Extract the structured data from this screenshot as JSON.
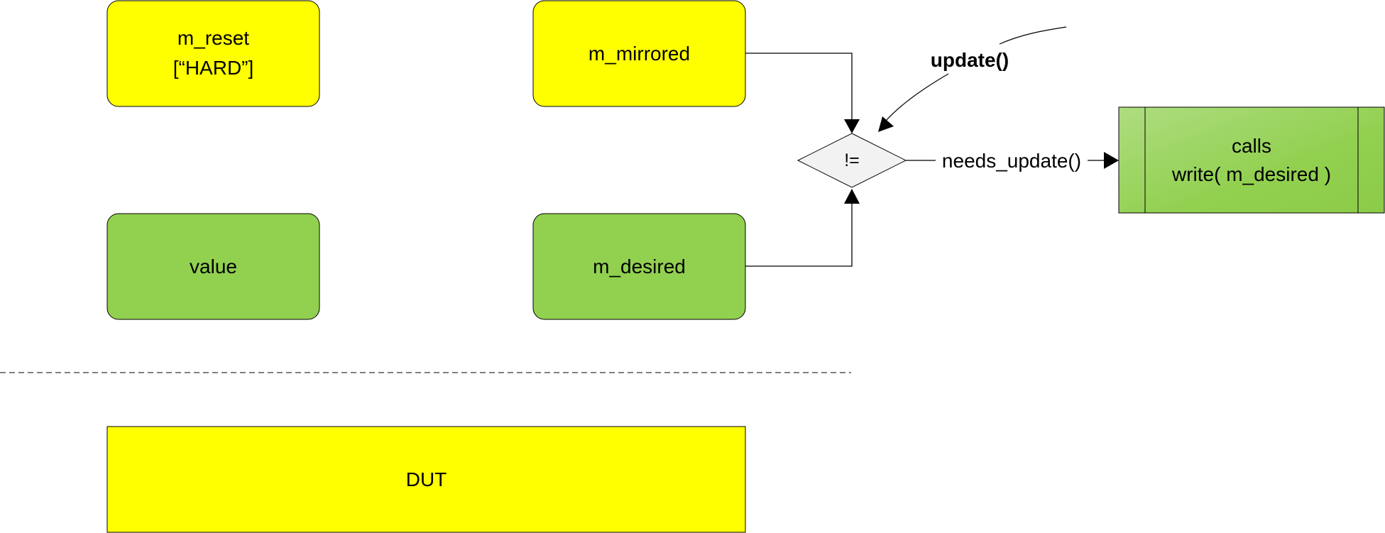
{
  "nodes": {
    "m_reset": {
      "line1": "m_reset",
      "line2": "[“HARD”]"
    },
    "m_mirrored": {
      "label": "m_mirrored"
    },
    "value": {
      "label": "value"
    },
    "m_desired": {
      "label": "m_desired"
    },
    "compare": {
      "label": "!="
    },
    "calls": {
      "line1": "calls",
      "line2": "write( m_desired )"
    },
    "dut": {
      "label": "DUT"
    }
  },
  "edges": {
    "needs_update": {
      "label": "needs_update()"
    },
    "update": {
      "label": "update()"
    }
  },
  "colors": {
    "yellow": "#ffff00",
    "green": "#92d050",
    "green_light": "#aad97a",
    "diamond": "#f2f2f2",
    "stroke": "#000000"
  }
}
